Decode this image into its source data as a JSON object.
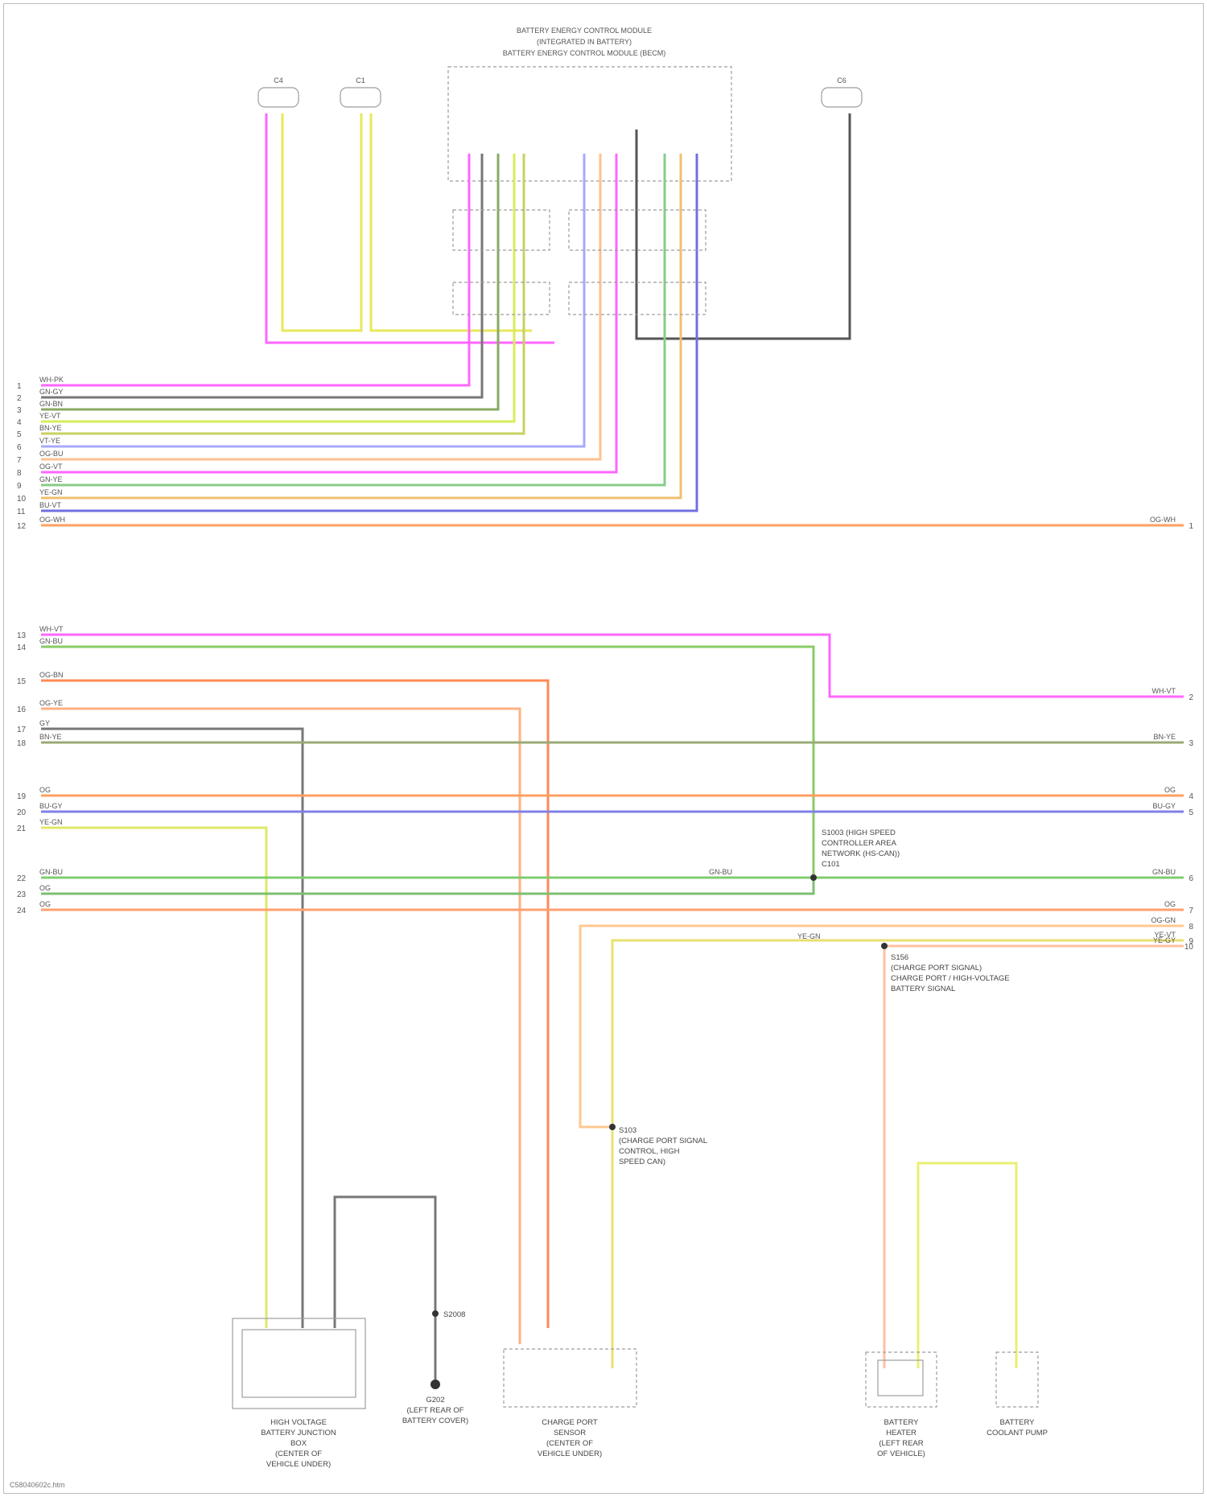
{
  "header": {
    "module_title_lines": [
      "BATTERY ENERGY CONTROL MODULE",
      "(INTEGRATED IN BATTERY)",
      "BATTERY ENERGY CONTROL MODULE (BECM)"
    ]
  },
  "connectors": {
    "c1": "C4",
    "c2": "C1",
    "c3": "C6"
  },
  "top_harness": {
    "pins": [
      "1",
      "2",
      "3",
      "4",
      "5",
      "6",
      "7",
      "8",
      "9",
      "10",
      "11",
      "12"
    ],
    "labels": [
      "WH-PK",
      "GN-GY",
      "GN-BN",
      "YE-VT",
      "BN-YE",
      "VT-YE",
      "OG-BU",
      "OG-VT",
      "GN-YE",
      "YE-GN",
      "BU-VT",
      "OG-WH"
    ]
  },
  "bottom_harness": {
    "pins": [
      "13",
      "14",
      "15",
      "16",
      "17",
      "18",
      "19",
      "20",
      "21",
      "22",
      "23",
      "24"
    ],
    "labels": [
      "WH-VT",
      "GN-BU",
      "OG-BN",
      "OG-YE",
      "GY",
      "BN-YE",
      "OG",
      "BU-GY",
      "YE-GN",
      "GN-BU",
      "OG",
      "OG"
    ]
  },
  "right_pins": [
    "1",
    "2",
    "3",
    "4",
    "5",
    "6",
    "7",
    "8",
    "9",
    "10"
  ],
  "right_labels": [
    "OG-WH",
    "WH-VT",
    "BN-YE",
    "OG",
    "BU-GY",
    "GN-BU",
    "OG",
    "OG-GN",
    "YE-VT",
    "YE-GY"
  ],
  "mid_labels": {
    "green_run": "GN-BU",
    "yellow_run": "YE-GN"
  },
  "splices": {
    "s1": [
      "S1003 (HIGH SPEED",
      "CONTROLLER AREA",
      "NETWORK (HS-CAN))",
      "C101"
    ],
    "s2": [
      "S156",
      "(CHARGE PORT SIGNAL)",
      "CHARGE PORT / HIGH-VOLTAGE",
      "BATTERY SIGNAL"
    ],
    "s3": [
      "S103",
      "(CHARGE PORT SIGNAL",
      "CONTROL, HIGH",
      "SPEED CAN)"
    ]
  },
  "ground": {
    "label": "G202",
    "desc": [
      "(LEFT REAR OF",
      "BATTERY COVER)"
    ],
    "point": "S2008"
  },
  "components": {
    "comp1": [
      "HIGH VOLTAGE",
      "BATTERY JUNCTION",
      "BOX",
      "(CENTER OF",
      "VEHICLE UNDER)"
    ],
    "comp2": [
      "CHARGE PORT",
      "SENSOR",
      "(CENTER OF",
      "VEHICLE UNDER)"
    ],
    "comp3": [
      "BATTERY",
      "HEATER",
      "(LEFT REAR",
      "OF VEHICLE)"
    ],
    "comp4": [
      "BATTERY",
      "COOLANT PUMP"
    ]
  },
  "footer": {
    "code": "C58040602c.htm"
  }
}
